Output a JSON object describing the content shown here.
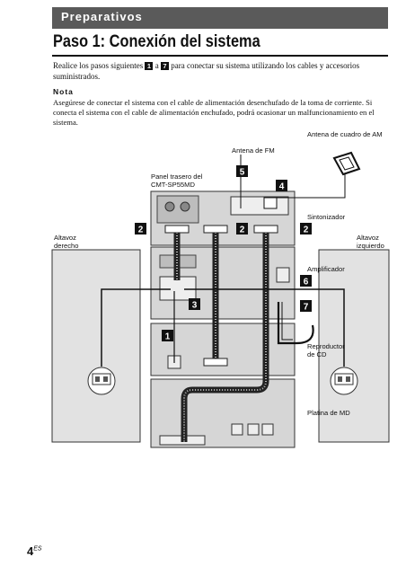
{
  "header": {
    "section": "Preparativos"
  },
  "title": "Paso 1: Conexión del sistema",
  "intro": {
    "before": "Realice los pasos siguientes",
    "step_from": "1",
    "connector": "a",
    "step_to": "7",
    "after": "para conectar su sistema utilizando los cables y accesorios suministrados."
  },
  "note": {
    "heading": "Nota",
    "text": "Asegúrese de conectar el sistema con el cable de alimentación desenchufado de la toma de corriente. Si conecta el sistema con el cable de alimentación enchufado, podrá ocasionar un malfuncionamiento en el sistema."
  },
  "diagram": {
    "labels": {
      "am_antenna": "Antena de cuadro de AM",
      "fm_antenna": "Antena de FM",
      "rear_panel_1": "Panel trasero del",
      "rear_panel_2": "CMT-SP55MD",
      "tuner": "Sintonizador",
      "speaker_right_1": "Altavoz",
      "speaker_right_2": "derecho",
      "speaker_left_1": "Altavoz",
      "speaker_left_2": "izquierdo",
      "amplifier": "Amplificador",
      "cd_player_1": "Reproductor",
      "cd_player_2": "de CD",
      "md_deck": "Platina de MD"
    },
    "steps": [
      "1",
      "2",
      "2",
      "2",
      "3",
      "4",
      "5",
      "6",
      "7"
    ]
  },
  "footer": {
    "page_number": "4",
    "page_suffix": "ES"
  }
}
